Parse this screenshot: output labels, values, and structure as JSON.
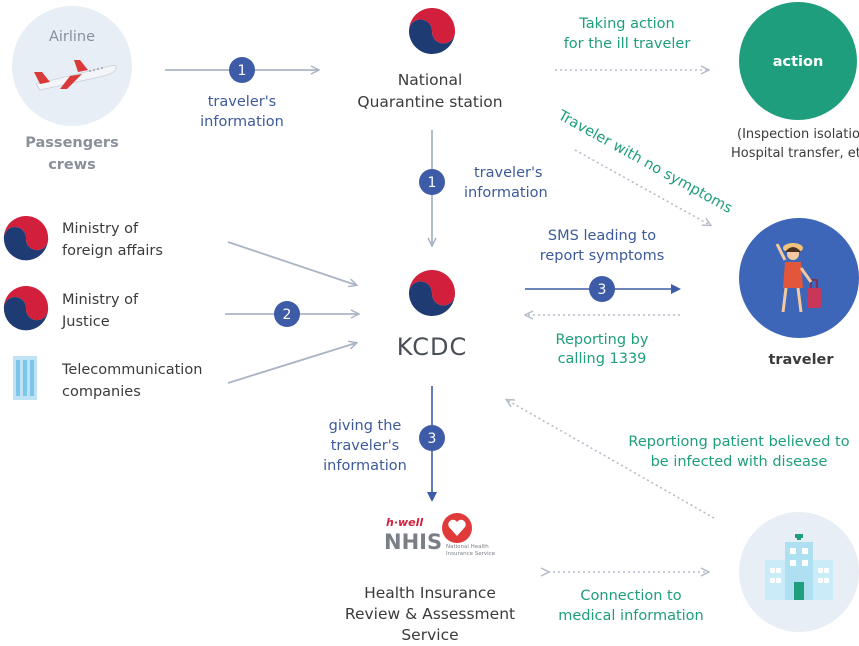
{
  "colors": {
    "blue_badge": "#3d5ba6",
    "green_circle": "#1e9e7c",
    "blue_circle": "#3d66b8",
    "airline_circle": "#e8eef6",
    "solid_arrow": "#aab4c4",
    "dotted_arrow": "#b5bcc8",
    "label_blue": "#3d5a99",
    "label_green": "#1e9e7c"
  },
  "airline": {
    "title": "Airline",
    "caption_line1": "Passengers",
    "caption_line2": "crews"
  },
  "quarantine": {
    "line1": "National",
    "line2": "Quarantine station"
  },
  "action": {
    "title": "action",
    "note_line1": "(Inspection isolation",
    "note_line2": "Hospital transfer, etc"
  },
  "traveler": {
    "title": "traveler"
  },
  "kcdc": {
    "title": "KCDC"
  },
  "ministries": [
    {
      "line1": "Ministry of",
      "line2": "foreign affairs"
    },
    {
      "line1": "Ministry of",
      "line2": "Justice"
    },
    {
      "line1": "Telecommunication",
      "line2": "companies"
    }
  ],
  "nhis": {
    "brand_small": "h·well",
    "brand": "NHIS",
    "brand_sub1": "National Health",
    "brand_sub2": "Insurance Service"
  },
  "hira": {
    "line1": "Health Insurance",
    "line2": "Review & Assessment",
    "line3": "Service"
  },
  "steps": {
    "one": "1",
    "two": "2",
    "three": "3"
  },
  "labels": {
    "travelers_info_top_1": "traveler's",
    "travelers_info_top_2": "information",
    "travelers_info_mid_1": "traveler's",
    "travelers_info_mid_2": "information",
    "taking_action_1": "Taking action",
    "taking_action_2": "for the ill traveler",
    "no_symptoms": "Traveler with no symptoms",
    "sms_1": "SMS leading to",
    "sms_2": "report symptoms",
    "reporting_1": "Reporting by",
    "reporting_2": "calling 1339",
    "giving_1": "giving the",
    "giving_2": "traveler's",
    "giving_3": "information",
    "reportiong_1": "Reportiong patient believed to",
    "reportiong_2": "be infected with disease",
    "connection_1": "Connection to",
    "connection_2": "medical information"
  }
}
